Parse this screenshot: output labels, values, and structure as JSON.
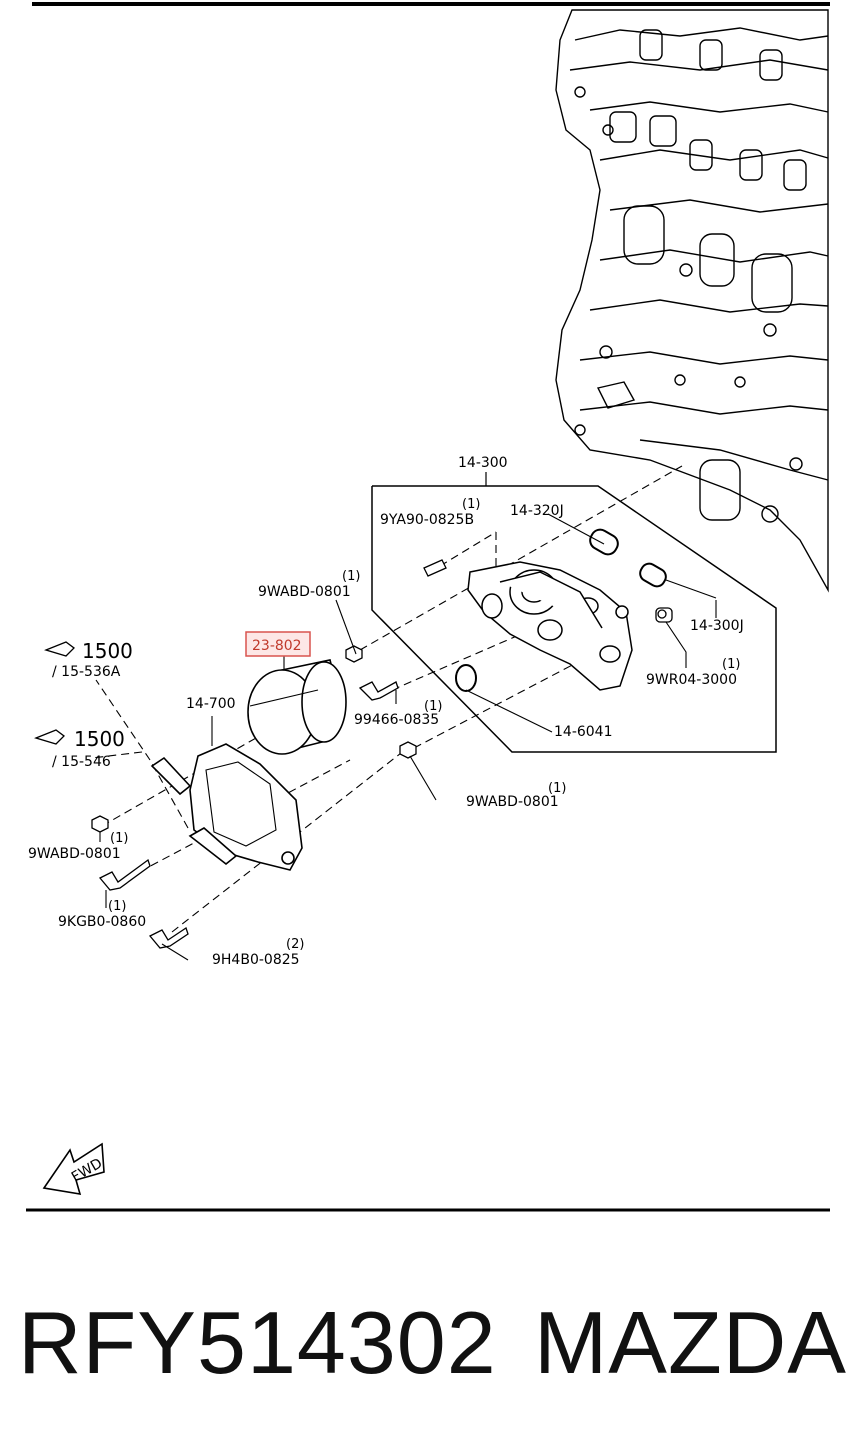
{
  "diagram": {
    "callouts": {
      "assembly": "14-300",
      "seal_a": "14-320J",
      "seal_b": "14-300J",
      "stud": "9YA90-0825B",
      "stud_qty": "(1)",
      "nut_top": "9WABD-0801",
      "nut_top_qty": "(1)",
      "filter": "23-802",
      "bolt_mid": "99466-0835",
      "bolt_mid_qty": "(1)",
      "plug": "9WR04-3000",
      "plug_qty": "(1)",
      "oring": "14-6041",
      "nut_low": "9WABD-0801",
      "nut_low_qty": "(1)",
      "cooler": "14-700",
      "nut_left": "9WABD-0801",
      "nut_left_qty": "(1)",
      "bolt_left": "9KGB0-0860",
      "bolt_left_qty": "(1)",
      "bolt_bottom": "9H4B0-0825",
      "bolt_bottom_qty": "(2)"
    },
    "refs": [
      {
        "num": "1500",
        "sub": "/ 15-536A"
      },
      {
        "num": "1500",
        "sub": "/ 15-546"
      }
    ],
    "fwd_label": "FWD",
    "highlight_color": "#d9534f"
  },
  "footer": {
    "part_number": "RFY514302",
    "brand": "MAZDA"
  }
}
